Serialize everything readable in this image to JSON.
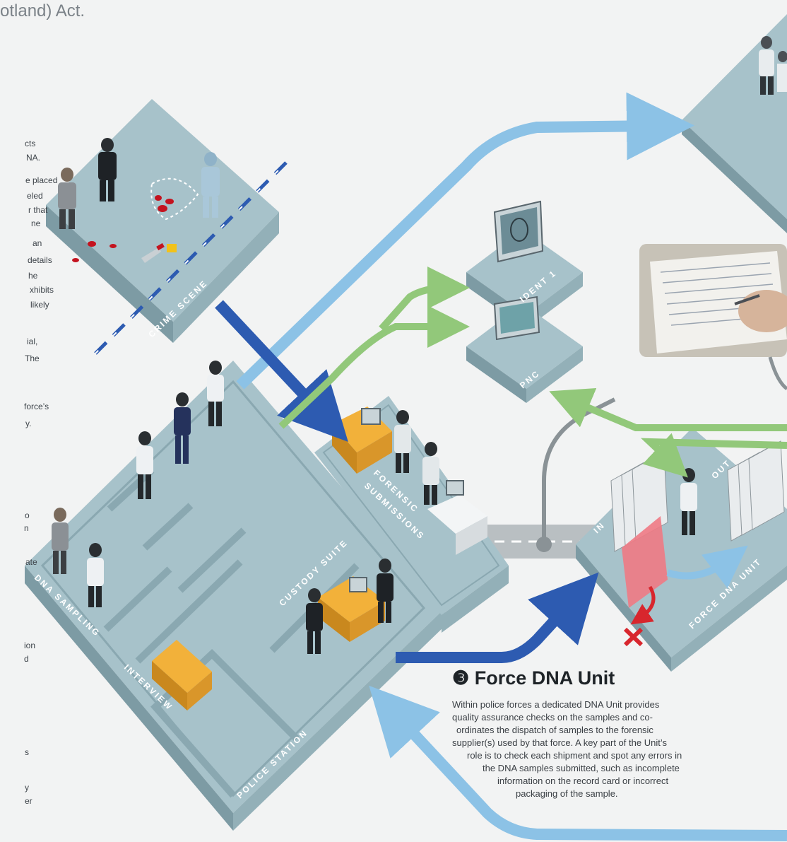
{
  "header": {
    "fragment": "otland) Act."
  },
  "left_text_fragments": [
    "cts",
    "NA.",
    "e placed",
    "eled",
    "r that",
    "ne",
    "an",
    "details",
    "he",
    "xhibits",
    "likely",
    "ial,",
    "The",
    "force’s",
    "y.",
    "o",
    "n",
    "ate",
    "ion",
    "d",
    "s",
    "y",
    "er"
  ],
  "labels": {
    "crime_scene": "CRIME SCENE",
    "ident1": "IDENT 1",
    "pnc": "PNC",
    "forensic": "FORENSIC",
    "submissions": "SUBMISSIONS",
    "custody_suite": "CUSTODY SUITE",
    "dna_sampling": "DNA SAMPLING",
    "interview": "INTERVIEW",
    "police_station": "POLICE STATION",
    "in": "IN",
    "out": "OUT",
    "force_dna_unit": "FORCE DNA UNIT"
  },
  "section": {
    "number": "❸",
    "title": "Force DNA Unit",
    "lines": [
      "Within police forces a dedicated DNA Unit provides",
      "quality assurance checks on the samples and co-",
      "ordinates the dispatch of samples to the forensic",
      "supplier(s) used by that force. A key part of the Unit’s",
      "role is to check each shipment and spot any errors in",
      "the DNA samples submitted, such as incomplete",
      "information on the record card or incorrect",
      "packaging of the sample."
    ]
  },
  "colors": {
    "background": "#f2f3f3",
    "platform_top": "#a7c2ca",
    "platform_side": "#7d9ba4",
    "arrow_light_blue": "#8cc2e6",
    "arrow_dark_blue": "#2d5bb1",
    "arrow_green": "#92c87a",
    "arrow_red": "#d8262d",
    "desk_orange": "#f2b13a",
    "connector_grey": "#b9bfc2"
  },
  "icons": [
    "person-figure-icon",
    "computer-monitor-icon",
    "fingerprint-icon",
    "red-x-icon",
    "desk-icon"
  ]
}
